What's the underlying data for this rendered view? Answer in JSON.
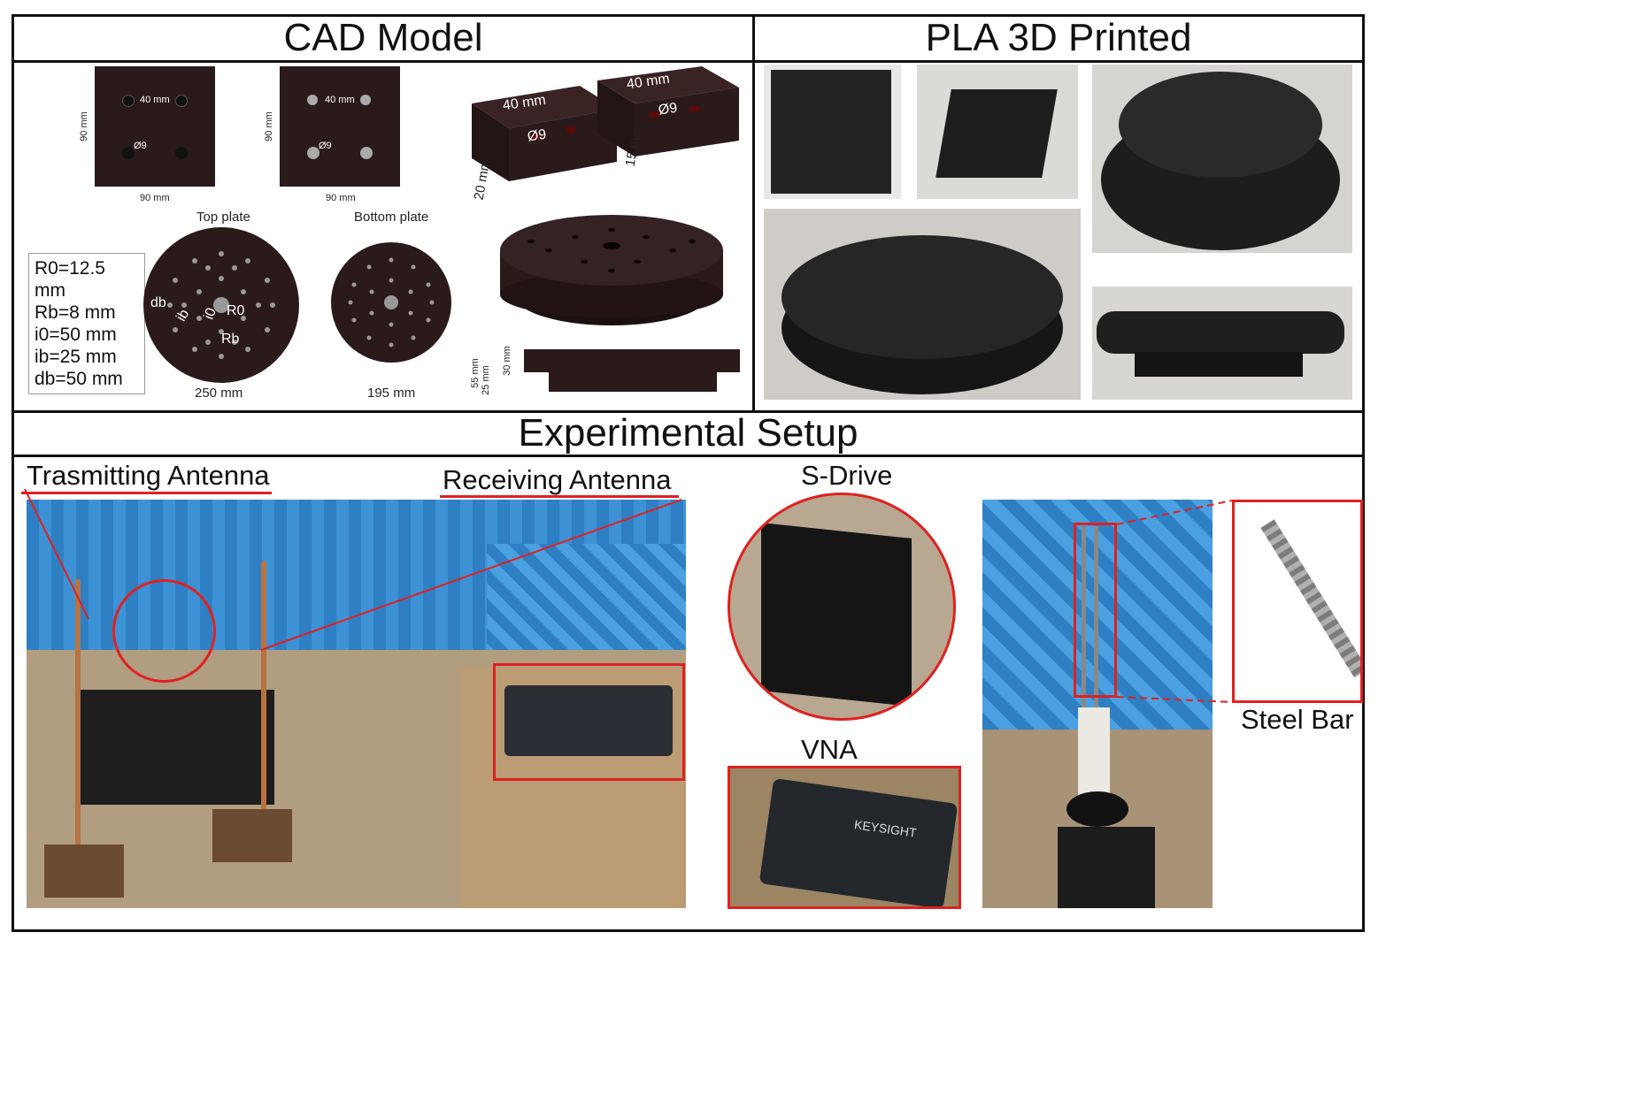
{
  "sections": {
    "cad_title": "CAD Model",
    "pla_title": "PLA 3D Printed",
    "setup_title": "Experimental Setup"
  },
  "cad": {
    "square_hole_spacing": "40 mm",
    "square_hole_diameter": "Ø9",
    "square_side": "90 mm",
    "square_side_vertical": "90 mm",
    "iso_spacing": "40 mm",
    "iso_diameter": "Ø9",
    "iso_thick_a": "20 mm",
    "iso_thick_b": "15 mm",
    "top_plate_label": "Top plate",
    "bottom_plate_label": "Bottom plate",
    "params": [
      "R0=12.5 mm",
      "Rb=8 mm",
      "i0=50 mm",
      "ib=25 mm",
      "db=50 mm"
    ],
    "circle_labels": {
      "db": "db",
      "ib": "ib",
      "i0": "i0",
      "R0": "R0",
      "Rb": "Rb"
    },
    "top_diameter": "250 mm",
    "bottom_diameter": "195 mm",
    "side_dims": [
      "55 mm",
      "25 mm",
      "30 mm"
    ]
  },
  "setup": {
    "tx_label": "Trasmitting Antenna",
    "rx_label": "Receiving Antenna",
    "sdrive_label": "S-Drive",
    "vna_label": "VNA",
    "steel_label": "Steel Bar",
    "brand": "KEYSIGHT"
  },
  "colors": {
    "accent_red": "#e02020",
    "plate_dark": "#2a1a1a",
    "foam_blue": "#2f7fc4"
  }
}
